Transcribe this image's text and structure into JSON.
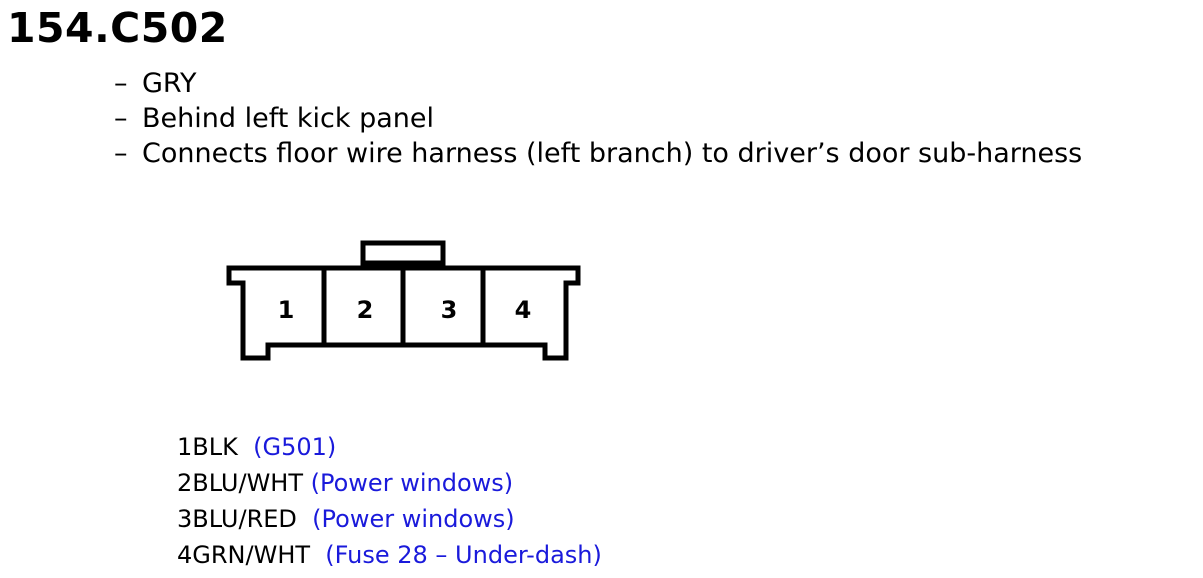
{
  "connector": {
    "id": "154.C502",
    "details": [
      "GRY",
      "Behind left kick panel",
      "Connects floor wire harness (left branch) to driver’s door sub-harness"
    ],
    "cavities": [
      "1",
      "2",
      "3",
      "4"
    ]
  },
  "pins": [
    {
      "pin_wire": "1BLK",
      "circuit": "(G501)"
    },
    {
      "pin_wire": "2BLU/WHT",
      "circuit": "(Power windows)"
    },
    {
      "pin_wire": "3BLU/RED",
      "circuit": "(Power windows)"
    },
    {
      "pin_wire": "4GRN/WHT",
      "circuit": "(Fuse 28 – Under-dash)"
    }
  ],
  "colors": {
    "text": "#000000",
    "circuit_text": "#1a1adb",
    "outline": "#000000"
  }
}
